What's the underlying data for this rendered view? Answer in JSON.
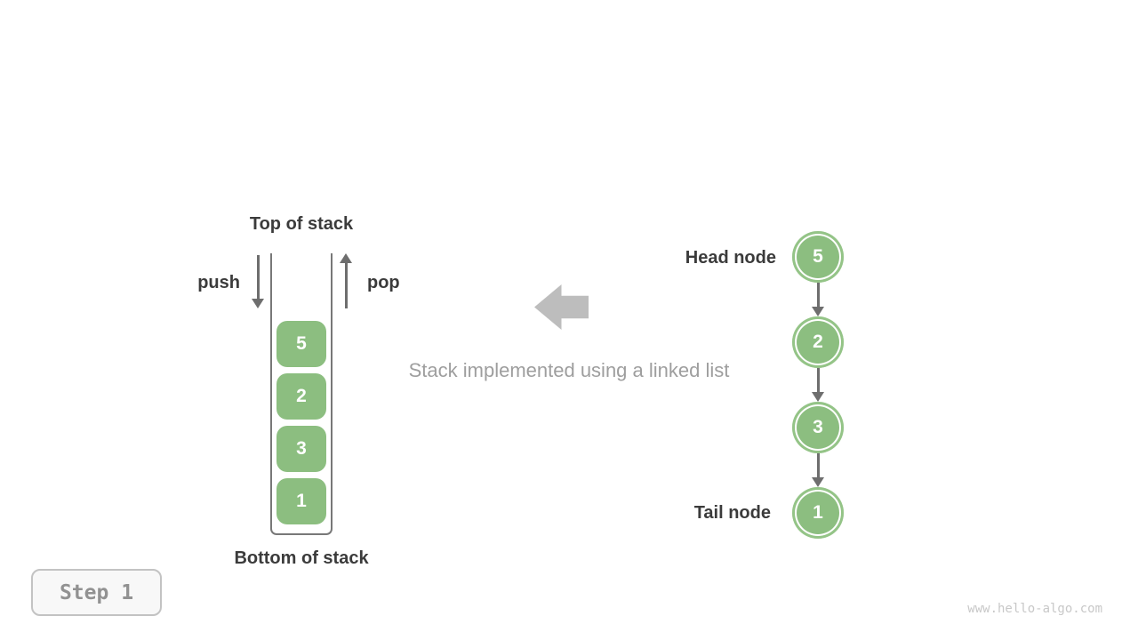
{
  "figure": {
    "stack": {
      "top_label": "Top of stack",
      "bottom_label": "Bottom of stack",
      "push_label": "push",
      "pop_label": "pop",
      "items": [
        "5",
        "2",
        "3",
        "1"
      ]
    },
    "caption": "Stack implemented using a linked list",
    "linked_list": {
      "head_label": "Head node",
      "tail_label": "Tail node",
      "nodes": [
        "5",
        "2",
        "3",
        "1"
      ]
    },
    "step_badge": "Step 1",
    "watermark": "www.hello-algo.com",
    "colors": {
      "node_green": "#8cbe80",
      "node_outer_ring_green": "#94c487",
      "thin_arrow_gray": "#6e6e6e",
      "block_arrow_gray": "#bdbdbd",
      "label_dark": "#3b3b3b",
      "caption_gray": "#9e9e9e",
      "container_border_gray": "#787878",
      "badge_border_gray": "#c3c3c3",
      "badge_text_gray": "#929292",
      "watermark_gray": "#c8c8c8"
    }
  }
}
